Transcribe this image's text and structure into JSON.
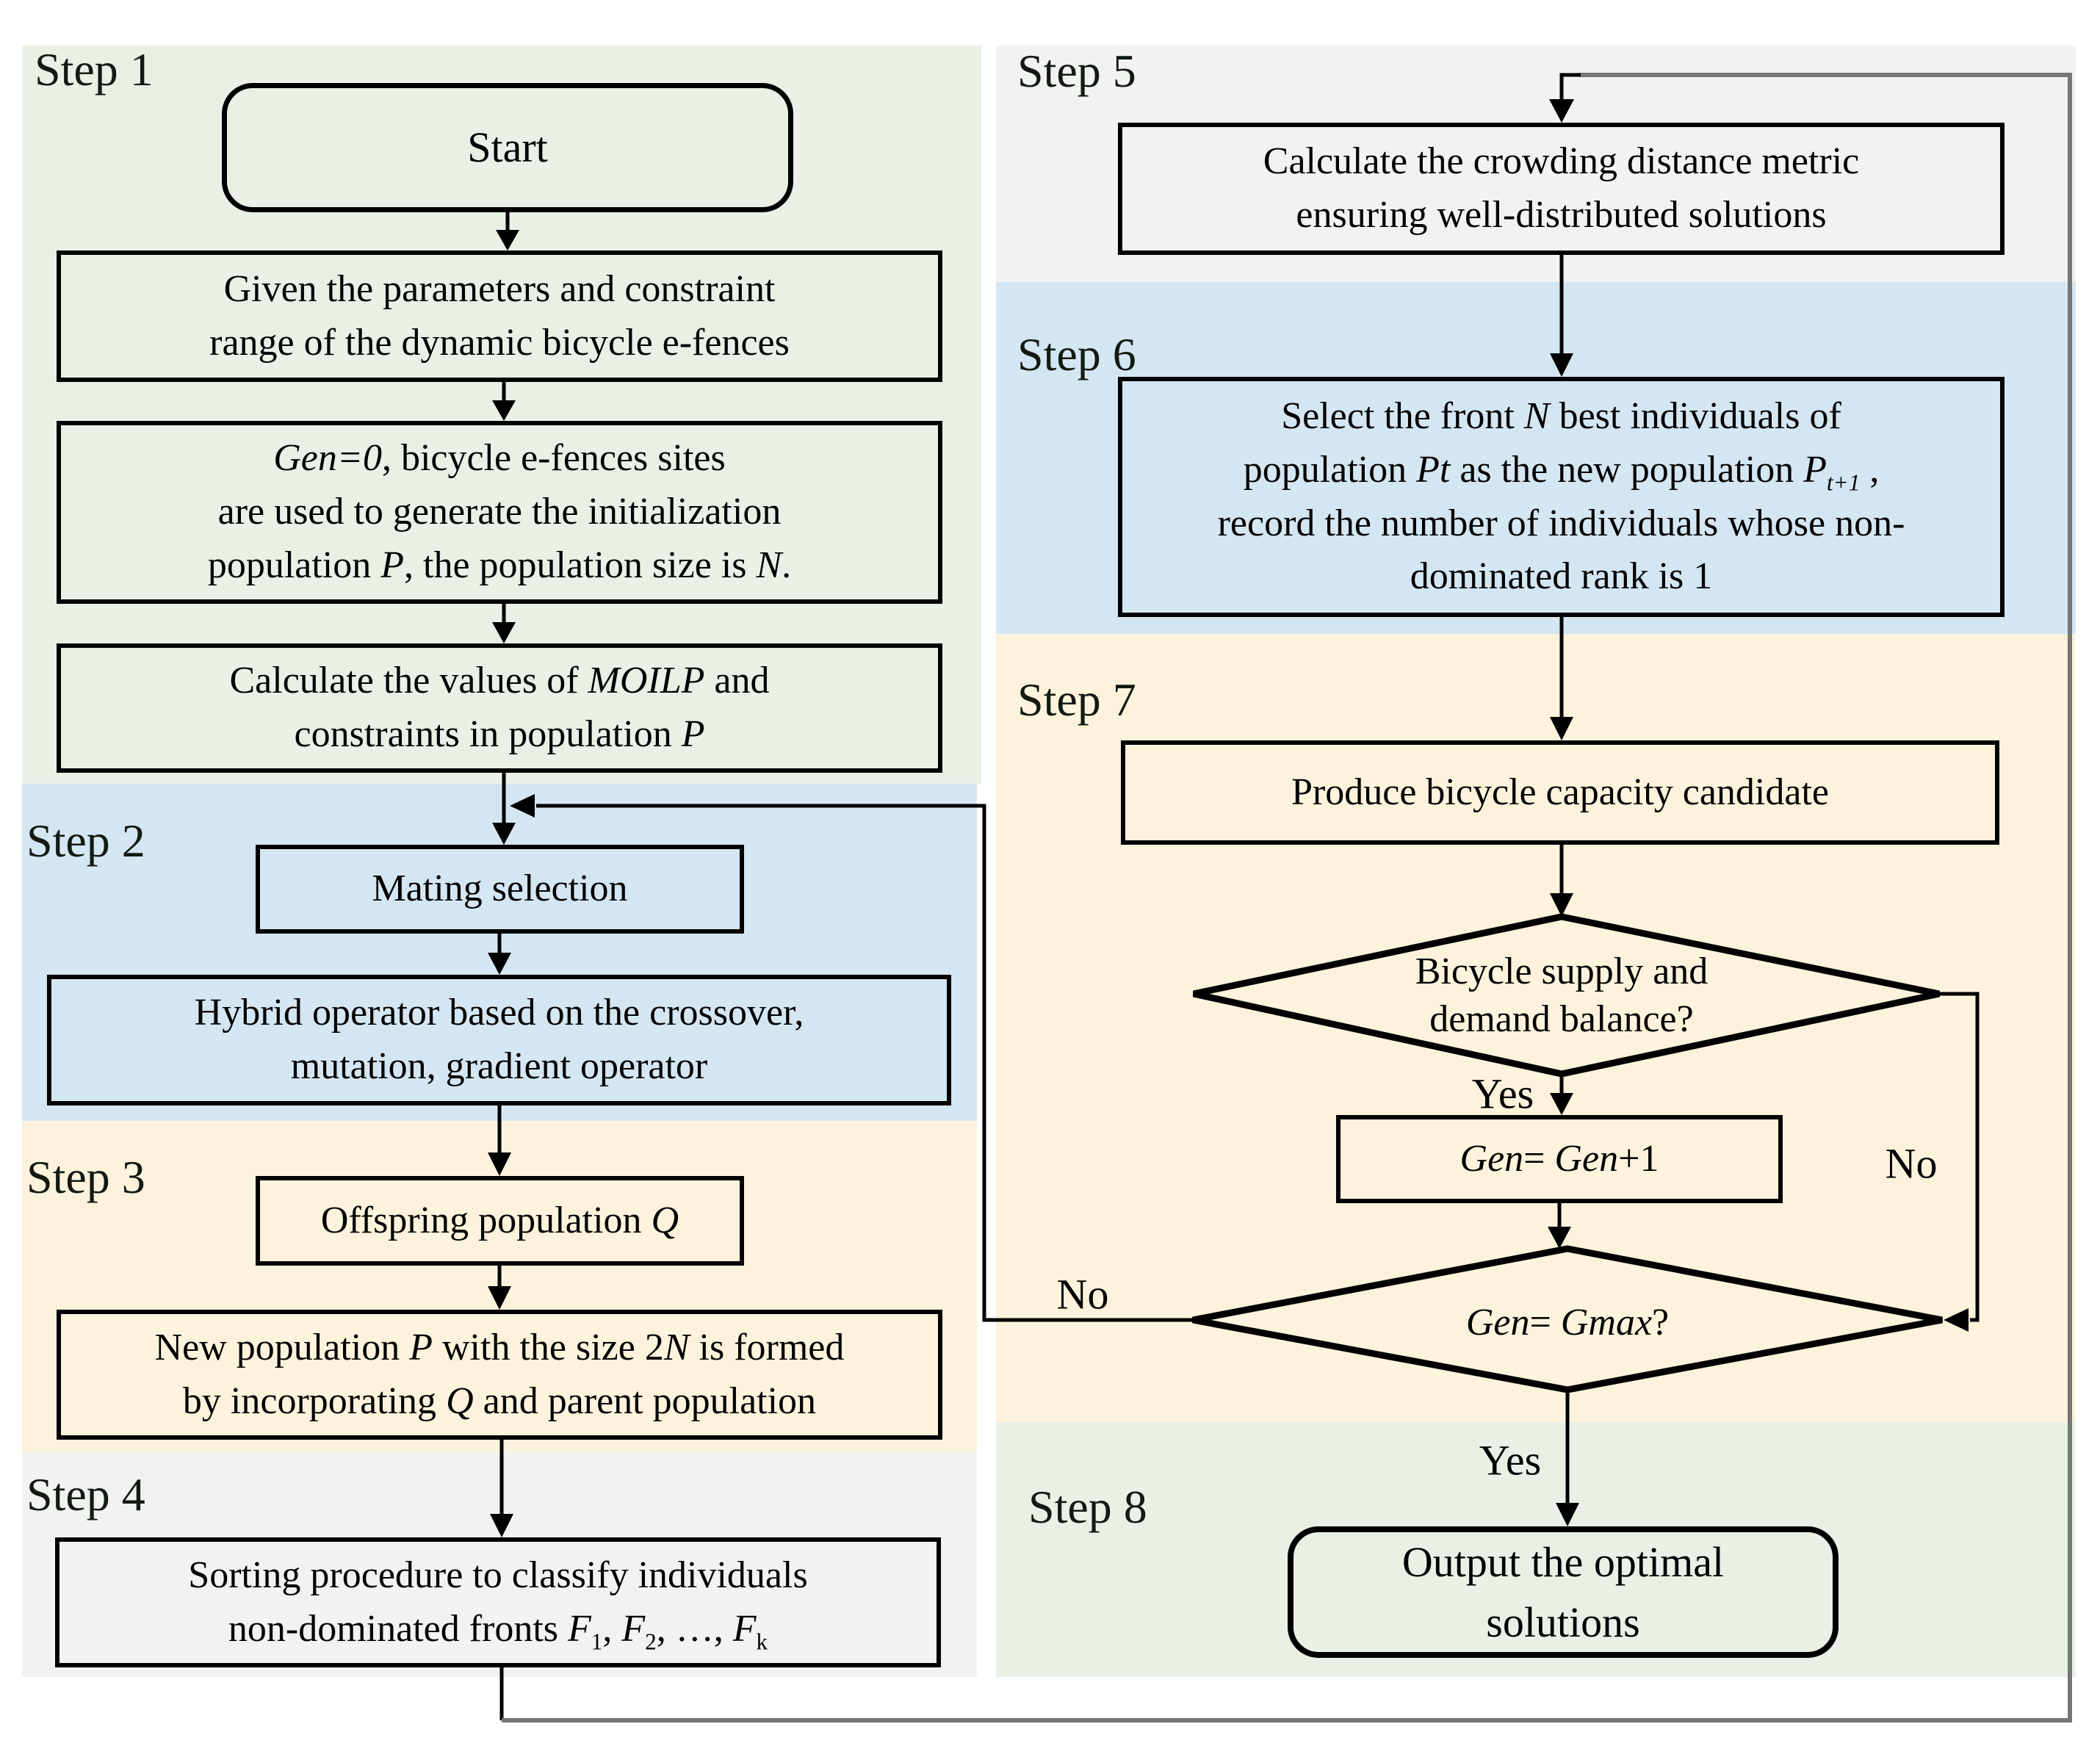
{
  "steps": [
    {
      "label": "Step 1"
    },
    {
      "label": "Step 2"
    },
    {
      "label": "Step 3"
    },
    {
      "label": "Step 4"
    },
    {
      "label": "Step 5"
    },
    {
      "label": "Step 6"
    },
    {
      "label": "Step 7"
    },
    {
      "label": "Step 8"
    }
  ],
  "nodes": {
    "start": {
      "label": "Start"
    },
    "params": {
      "l1": "Given the parameters and constraint",
      "l2": "range of the dynamic bicycle e-fences"
    },
    "init": {
      "l1a": "Gen=0",
      "l1b": ", bicycle e-fences sites",
      "l2": "are used to generate the initialization",
      "l3a": "population ",
      "l3b": "P",
      "l3c": ", the population size is ",
      "l3d": "N",
      "l3e": "."
    },
    "moilp": {
      "l1a": "Calculate the values of ",
      "l1b": "MOILP",
      "l1c": " and",
      "l2a": "constraints in population ",
      "l2b": "P"
    },
    "mating": {
      "label": "Mating selection"
    },
    "hybrid": {
      "l1": "Hybrid operator based on the crossover,",
      "l2": "mutation, gradient operator"
    },
    "offspring": {
      "l1a": "Offspring population ",
      "l1b": "Q"
    },
    "newpop": {
      "l1a": "New population ",
      "l1b": "P",
      "l1c": " with the size 2",
      "l1d": "N",
      "l1e": " is formed",
      "l2a": "by incorporating ",
      "l2b": "Q",
      "l2c": " and parent population"
    },
    "sorting": {
      "l1": "Sorting procedure to classify individuals",
      "l2a": "non-dominated fronts ",
      "f1": "F",
      "s1": "1",
      "c1": ", ",
      "f2": "F",
      "s2": "2",
      "c2": ", …, ",
      "f3": "F",
      "s3": "k"
    },
    "crowding": {
      "l1": "Calculate the crowding distance metric",
      "l2": "ensuring well-distributed solutions"
    },
    "select": {
      "l1a": "Select the front ",
      "l1b": "N",
      "l1c": " best individuals of",
      "l2a": "population ",
      "l2b": "Pt",
      "l2c": " as the new population ",
      "l2d": "P",
      "l2e": "t+1",
      "l2f": " ,",
      "l3": "record the number of individuals whose non-",
      "l4": "dominated rank is 1"
    },
    "produce": {
      "label": "Produce bicycle capacity candidate"
    },
    "balance": {
      "l1": "Bicycle supply and",
      "l2": "demand balance?"
    },
    "inc": {
      "a": "Gen",
      "b": "= ",
      "c": "Gen",
      "d": "+1"
    },
    "gmax": {
      "a": "Gen",
      "b": "= ",
      "c": "Gmax",
      "d": "?"
    },
    "output": {
      "l1": "Output the optimal",
      "l2": "solutions"
    }
  },
  "edge_labels": {
    "balance_yes": "Yes",
    "balance_no": "No",
    "gmax_no": "No",
    "gmax_yes": "Yes"
  },
  "colors": {
    "step1_8_green": "#e9f1e7",
    "step2_6_blue": "#d5e6f3",
    "step3_7_cream": "#fdf3dc",
    "step4_5_gray": "#f2f2f2",
    "line_black": "#000000",
    "loop_gray": "#767676"
  }
}
